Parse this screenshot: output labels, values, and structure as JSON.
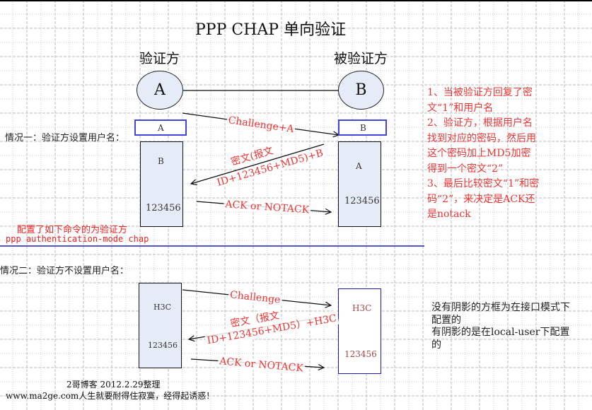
{
  "title": "PPP  CHAP  单向验证",
  "roles": {
    "authenticator": "验证方",
    "authenticatee": "被验证方"
  },
  "nodes": {
    "a": "A",
    "b": "B"
  },
  "case1": {
    "label": "情况一：验证方设置用户名：",
    "left_username": "A",
    "left_db_user": "B",
    "left_db_password": "123456",
    "right_username": "B",
    "right_db_user": "A",
    "right_db_password": "123456",
    "msg_challenge": "Challenge+A",
    "msg_response_line1": "密文(报文",
    "msg_response_line2": "ID+123456+MD5)+B",
    "msg_result": "ACK or NOTACK",
    "config_note_line1": "配置了如下命令的为验证方",
    "config_note_line2": "ppp authentication-mode chap"
  },
  "case2": {
    "label": "情况二：验证方不设置用户名：",
    "left_db_user": "H3C",
    "left_db_password": "123456",
    "right_user": "H3C",
    "right_password": "123456",
    "msg_challenge": "Challenge",
    "msg_response_line1": "密文（报文",
    "msg_response_line2": "ID+123456+MD5）+H3C",
    "msg_result": "ACK or NOTACK"
  },
  "explanation_red": [
    "1、当被验证方回复了密文“1”和用户名",
    "2、验证方，根据用户名找到对应的密码，然后用这个密码加上MD5加密得到一个密文“2”",
    "3、最后比较密文“1”和密码“2”，来决定是ACK还是notack"
  ],
  "explanation_black": [
    "没有阴影的方框为在接口模式下配置的",
    "有阴影的是在local-user下配置的"
  ],
  "footer": {
    "line1": "2哥博客 2012.2.29整理",
    "line2": "www.ma2ge.com人生就要耐得住寂寞，经得起诱惑！"
  },
  "colors": {
    "accent_red": "#ee3333",
    "box_blue": "#4444dd",
    "divider_blue": "#1a1ab8",
    "shade": "#e6ecf7"
  }
}
